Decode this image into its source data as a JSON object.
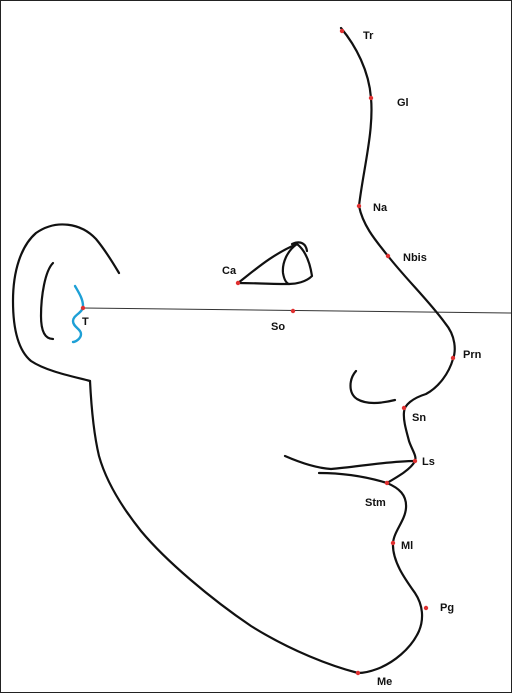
{
  "colors": {
    "outline": "#111111",
    "landmark_dot": "#e03030",
    "tragus": "#1ea0d6",
    "reference_line": "#333333"
  },
  "landmarks": [
    {
      "id": "tr",
      "label": "Tr"
    },
    {
      "id": "gl",
      "label": "Gl"
    },
    {
      "id": "na",
      "label": "Na"
    },
    {
      "id": "nbis",
      "label": "Nbis"
    },
    {
      "id": "ca",
      "label": "Ca"
    },
    {
      "id": "t",
      "label": "T"
    },
    {
      "id": "so",
      "label": "So"
    },
    {
      "id": "prn",
      "label": "Prn"
    },
    {
      "id": "sn",
      "label": "Sn"
    },
    {
      "id": "ls",
      "label": "Ls"
    },
    {
      "id": "stm",
      "label": "Stm"
    },
    {
      "id": "ml",
      "label": "Ml"
    },
    {
      "id": "pg",
      "label": "Pg"
    },
    {
      "id": "me",
      "label": "Me"
    }
  ]
}
